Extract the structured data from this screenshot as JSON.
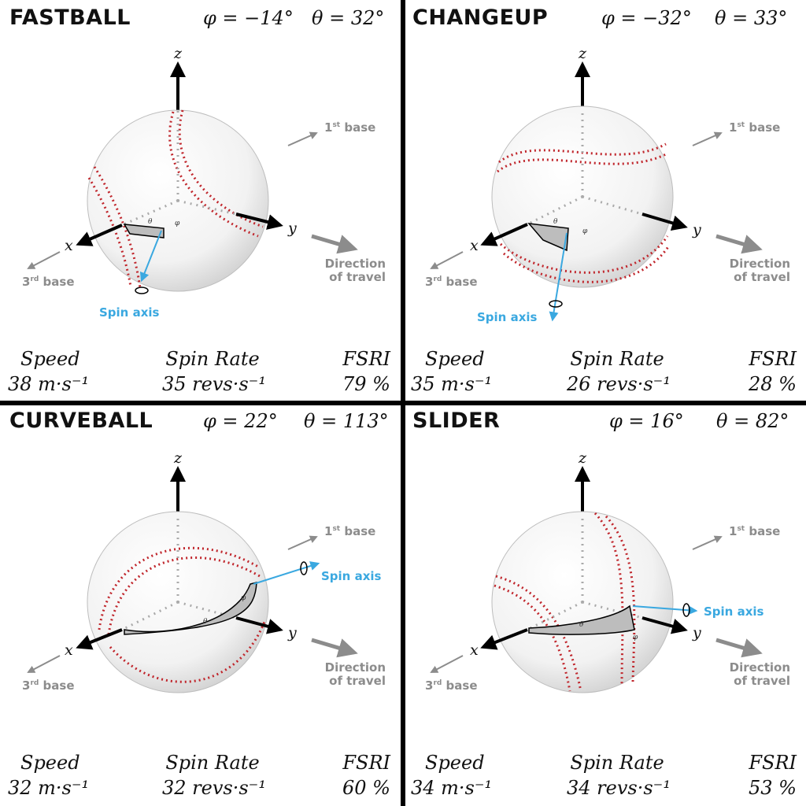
{
  "panels": [
    {
      "title": "FASTBALL",
      "phi": "φ = −14°",
      "theta": "θ = 32°",
      "stats": {
        "speed_label": "Speed",
        "speed": "38 m·s⁻¹",
        "spin_label": "Spin Rate",
        "spin": "35 revs·s⁻¹",
        "fsri_label": "FSRI",
        "fsri": "79 %"
      }
    },
    {
      "title": "CHANGEUP",
      "phi": "φ = −32°",
      "theta": "θ = 33°",
      "stats": {
        "speed_label": "Speed",
        "speed": "35 m·s⁻¹",
        "spin_label": "Spin Rate",
        "spin": "26 revs·s⁻¹",
        "fsri_label": "FSRI",
        "fsri": "28 %"
      }
    },
    {
      "title": "CURVEBALL",
      "phi": "φ = 22°",
      "theta": "θ = 113°",
      "stats": {
        "speed_label": "Speed",
        "speed": "32 m·s⁻¹",
        "spin_label": "Spin Rate",
        "spin": "32 revs·s⁻¹",
        "fsri_label": "FSRI",
        "fsri": "60 %"
      }
    },
    {
      "title": "SLIDER",
      "phi": "φ = 16°",
      "theta": "θ = 82°",
      "stats": {
        "speed_label": "Speed",
        "speed": "34 m·s⁻¹",
        "spin_label": "Spin Rate",
        "spin": "34 revs·s⁻¹",
        "fsri_label": "FSRI",
        "fsri": "53 %"
      }
    }
  ],
  "labels": {
    "axis_x": "x",
    "axis_y": "y",
    "axis_z": "z",
    "first_base_num": "1",
    "first_base_sup": "st",
    "first_base_word": " base",
    "third_base_num": "3",
    "third_base_sup": "rd",
    "third_base_word": " base",
    "direction_line1": "Direction",
    "direction_line2": "of travel",
    "spin_axis": "Spin axis",
    "theta_small": "θ",
    "phi_small": "φ"
  },
  "colors": {
    "seam_red": "#c0262c",
    "spin_blue": "#3aa8e0",
    "gray_text": "#8c8c8c",
    "ball_shade": "#e2e2e2"
  }
}
